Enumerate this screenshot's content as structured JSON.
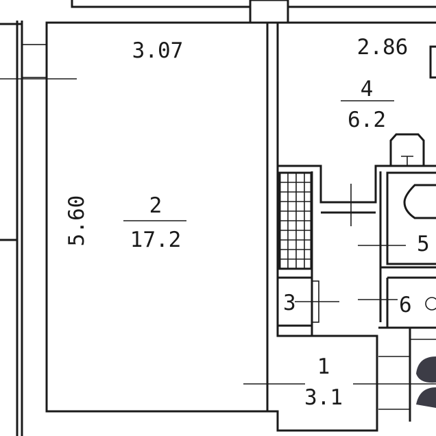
{
  "plan": {
    "dimensions": {
      "room2_width": "3.07",
      "room2_length": "5.60",
      "room4_width": "2.86"
    },
    "rooms": [
      {
        "number": "1",
        "area": "3.1"
      },
      {
        "number": "2",
        "area": "17.2"
      },
      {
        "number": "3"
      },
      {
        "number": "4",
        "area": "6.2"
      },
      {
        "number": "5"
      },
      {
        "number": "6"
      }
    ],
    "colors": {
      "line": "#1a1a1a",
      "blob": "#3c3c46"
    }
  }
}
